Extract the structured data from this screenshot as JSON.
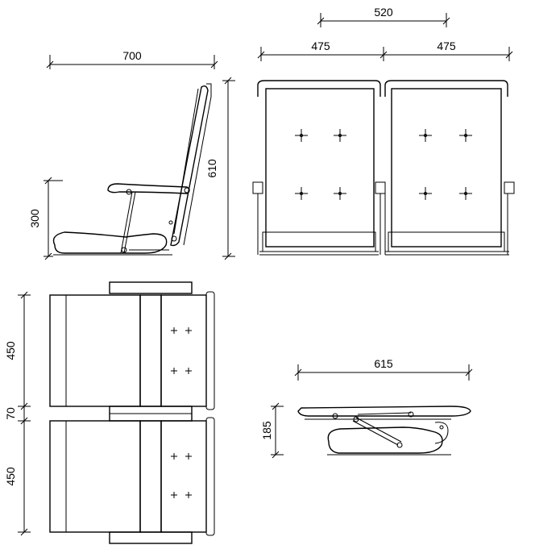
{
  "dimensions": {
    "side_width": "700",
    "side_height": "610",
    "side_seat_height": "300",
    "front_spacing": "520",
    "front_seat_left": "475",
    "front_seat_right": "475",
    "plan_seat_top": "450",
    "plan_gap": "70",
    "plan_seat_bottom": "450",
    "folded_width": "615",
    "folded_height": "185"
  }
}
